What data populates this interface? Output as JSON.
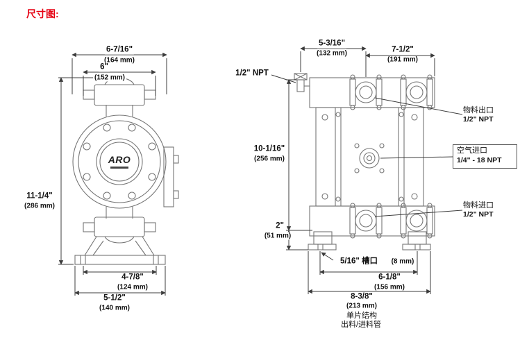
{
  "title": "尺寸图:",
  "front_view": {
    "logo": "ARO",
    "dim_width_top": "6-7/16\"",
    "dim_width_top_mm": "(164 mm)",
    "dim_width_flange": "6\"",
    "dim_width_flange_mm": "(152 mm)",
    "dim_height": "11-1/4\"",
    "dim_height_mm": "(286 mm)",
    "dim_foot_inner": "4-7/8\"",
    "dim_foot_inner_mm": "(124 mm)",
    "dim_foot_outer": "5-1/2\"",
    "dim_foot_outer_mm": "(140 mm)"
  },
  "side_view": {
    "label_npt_top": "1/2\" NPT",
    "dim_port_span": "5-3/16\"",
    "dim_port_span_mm": "(132 mm)",
    "dim_depth": "7-1/2\"",
    "dim_depth_mm": "(191 mm)",
    "dim_height": "10-1/16\"",
    "dim_height_mm": "(256 mm)",
    "dim_foot_height": "2\"",
    "dim_foot_height_mm": "(51 mm)",
    "dim_slot": "5/16\" 槽口",
    "dim_slot_mm": "(8 mm)",
    "dim_foot_span": "6-1/8\"",
    "dim_foot_span_mm": "(156 mm)",
    "dim_overall": "8-3/8\"",
    "dim_overall_mm": "(213 mm)",
    "note_line1": "单片结构",
    "note_line2": "出料/进料管",
    "callout_outlet_name": "物料出口",
    "callout_outlet_size": "1/2\" NPT",
    "callout_air_name": "空气进口",
    "callout_air_size": "1/4\" - 18 NPT",
    "callout_inlet_name": "物料进口",
    "callout_inlet_size": "1/2\" NPT"
  }
}
